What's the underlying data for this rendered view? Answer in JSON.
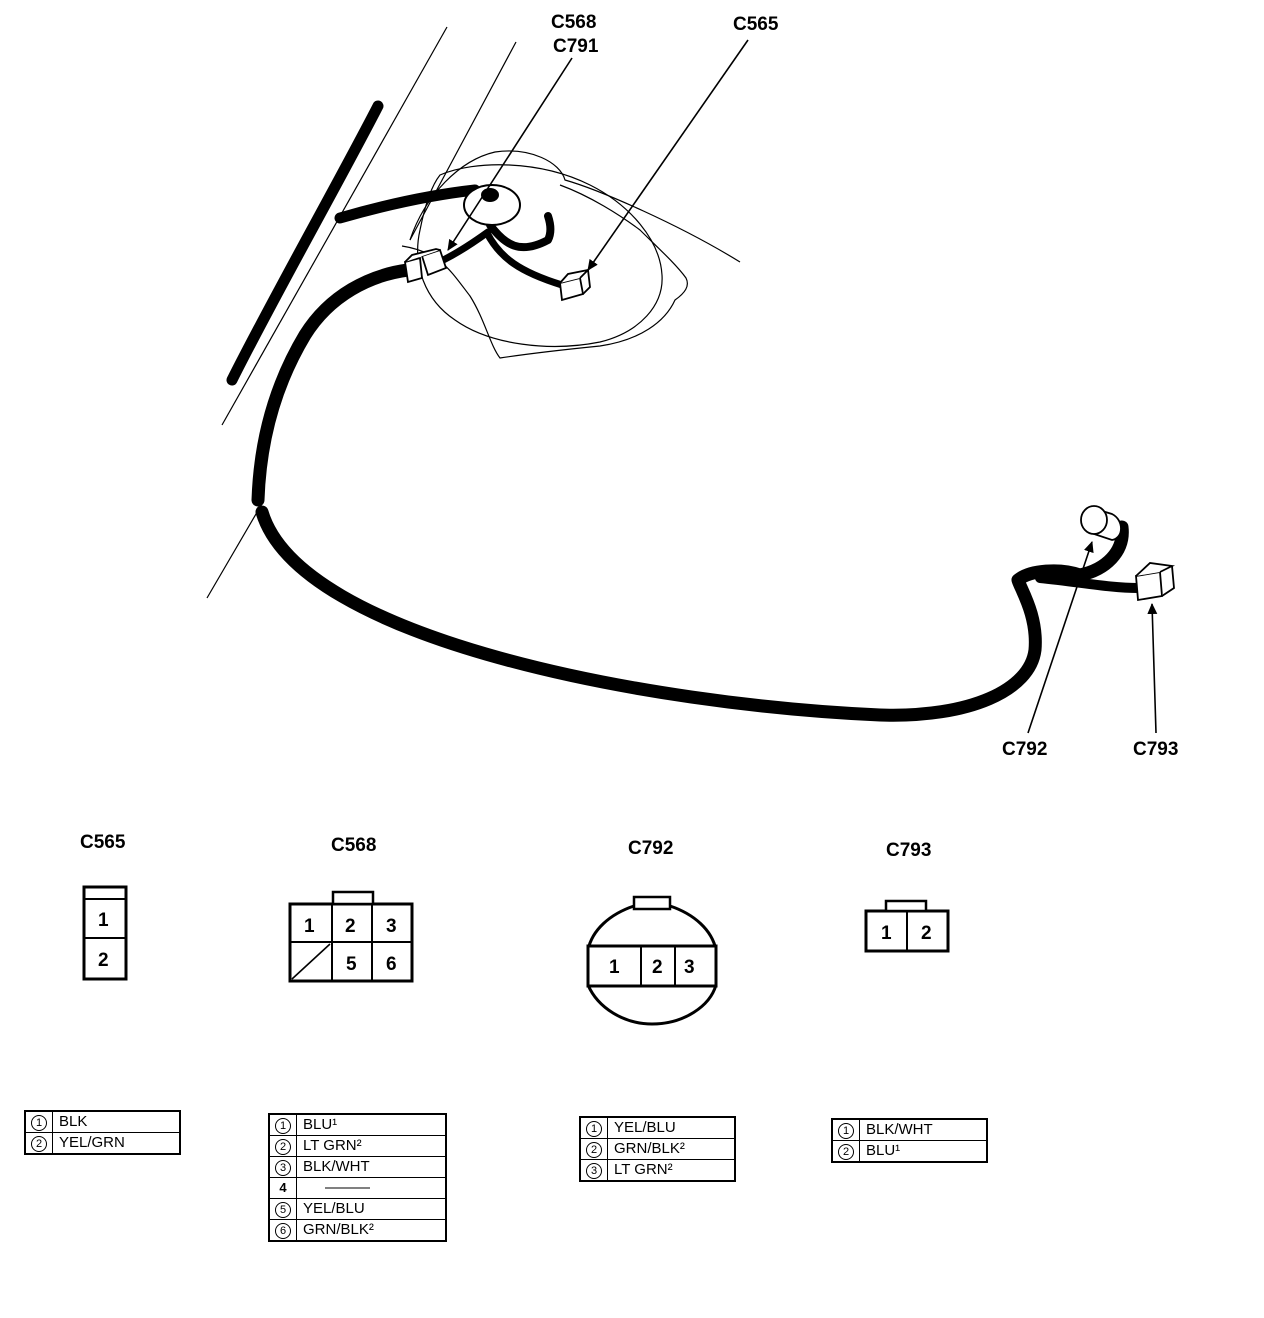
{
  "callouts": {
    "c568": "C568",
    "c791": "C791",
    "c565": "C565",
    "c792": "C792",
    "c793": "C793"
  },
  "connectors": [
    {
      "name": "C565",
      "pins": [
        "1",
        "2"
      ],
      "wires": [
        {
          "pin": "1",
          "circled": true,
          "color": "BLK"
        },
        {
          "pin": "2",
          "circled": true,
          "color": "YEL/GRN"
        }
      ]
    },
    {
      "name": "C568",
      "pins": [
        "1",
        "2",
        "3",
        "5",
        "6"
      ],
      "wires": [
        {
          "pin": "1",
          "circled": true,
          "color": "BLU¹"
        },
        {
          "pin": "2",
          "circled": true,
          "color": "LT GRN²"
        },
        {
          "pin": "3",
          "circled": true,
          "color": "BLK/WHT"
        },
        {
          "pin": "4",
          "circled": false,
          "color": "———"
        },
        {
          "pin": "5",
          "circled": true,
          "color": "YEL/BLU"
        },
        {
          "pin": "6",
          "circled": true,
          "color": "GRN/BLK²"
        }
      ]
    },
    {
      "name": "C792",
      "pins": [
        "1",
        "2",
        "3"
      ],
      "wires": [
        {
          "pin": "1",
          "circled": true,
          "color": "YEL/BLU"
        },
        {
          "pin": "2",
          "circled": true,
          "color": "GRN/BLK²"
        },
        {
          "pin": "3",
          "circled": true,
          "color": "LT GRN²"
        }
      ]
    },
    {
      "name": "C793",
      "pins": [
        "1",
        "2"
      ],
      "wires": [
        {
          "pin": "1",
          "circled": true,
          "color": "BLK/WHT"
        },
        {
          "pin": "2",
          "circled": true,
          "color": "BLU¹"
        }
      ]
    }
  ]
}
